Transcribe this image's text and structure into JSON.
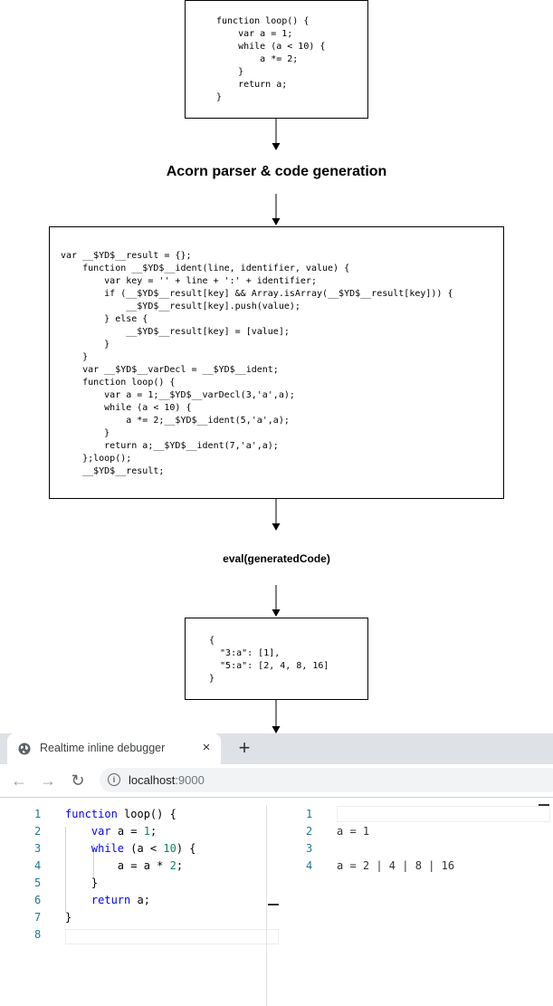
{
  "diagram": {
    "source_code": "function loop() {\n    var a = 1;\n    while (a < 10) {\n        a *= 2;\n    }\n    return a;\n}",
    "stage1_label": "Acorn parser & code generation",
    "generated_code": "var __$YD$__result = {};\n    function __$YD$__ident(line, identifier, value) {\n        var key = '' + line + ':' + identifier;\n        if (__$YD$__result[key] && Array.isArray(__$YD$__result[key])) {\n            __$YD$__result[key].push(value);\n        } else {\n            __$YD$__result[key] = [value];\n        }\n    }\n    var __$YD$__varDecl = __$YD$__ident;\n    function loop() {\n        var a = 1;__$YD$__varDecl(3,'a',a);\n        while (a < 10) {\n            a *= 2;__$YD$__ident(5,'a',a);\n        }\n        return a;__$YD$__ident(7,'a',a);\n    };loop();\n    __$YD$__result;",
    "stage2_label": "eval(generatedCode)",
    "result_output": "{\n  \"3:a\": [1],\n  \"5:a\": [2, 4, 8, 16]\n}"
  },
  "browser": {
    "tab_title": "Realtime inline debugger",
    "tab_close": "×",
    "new_tab": "+",
    "back": "←",
    "forward": "→",
    "reload": "↻",
    "info": "i",
    "url_host": "localhost",
    "url_port": ":9000"
  },
  "editor": {
    "line_numbers": [
      "1",
      "2",
      "3",
      "4",
      "5",
      "6",
      "7",
      "8"
    ],
    "lines": [
      [
        {
          "t": "function",
          "c": "kw"
        },
        {
          "t": " loop() {",
          "c": ""
        }
      ],
      [
        {
          "t": "    ",
          "c": ""
        },
        {
          "t": "var",
          "c": "kw"
        },
        {
          "t": " a = ",
          "c": ""
        },
        {
          "t": "1",
          "c": "num"
        },
        {
          "t": ";",
          "c": ""
        }
      ],
      [
        {
          "t": "    ",
          "c": ""
        },
        {
          "t": "while",
          "c": "kw"
        },
        {
          "t": " (a < ",
          "c": ""
        },
        {
          "t": "10",
          "c": "num"
        },
        {
          "t": ") {",
          "c": ""
        }
      ],
      [
        {
          "t": "        a = a * ",
          "c": ""
        },
        {
          "t": "2",
          "c": "num"
        },
        {
          "t": ";",
          "c": ""
        }
      ],
      [
        {
          "t": "    }",
          "c": ""
        }
      ],
      [
        {
          "t": "    ",
          "c": ""
        },
        {
          "t": "return",
          "c": "kw"
        },
        {
          "t": " a;",
          "c": ""
        }
      ],
      [
        {
          "t": "}",
          "c": ""
        }
      ],
      [
        {
          "t": "",
          "c": ""
        }
      ]
    ]
  },
  "output_panel": {
    "line_numbers": [
      "1",
      "2",
      "3",
      "4"
    ],
    "lines": [
      "",
      "a = 1",
      "",
      "a = 2 | 4 | 8 | 16"
    ]
  }
}
